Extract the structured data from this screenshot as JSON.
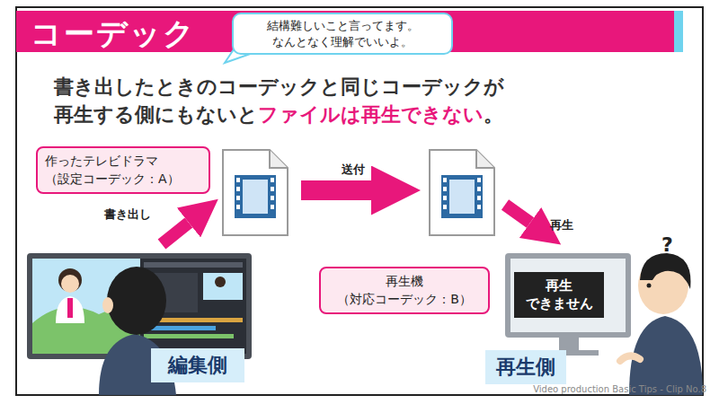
{
  "diagram": {
    "title": "コーデック",
    "nodes": [
      {
        "text": [
          "結構難しいこと言ってます。 なんとなく理解でいいよ。"
        ]
      },
      {
        "text": [
          "作ったテレビドラマ （設定コーデック：A）"
        ]
      },
      {
        "text": [
          "編集側"
        ]
      },
      {
        "text": [
          "再生機 （対応コーデック：B）"
        ]
      },
      {
        "text": [
          "再生 できません"
        ]
      },
      {
        "text": [
          "再生側"
        ]
      }
    ],
    "labels": [
      "書き出したときのコーデックと同じコーデックが",
      "再生する側にもないと",
      "ファイルは再生できない",
      "。",
      "書き出し",
      "送付",
      "再生",
      "?",
      "Video production Basic Tips - Clip No.8"
    ]
  }
}
